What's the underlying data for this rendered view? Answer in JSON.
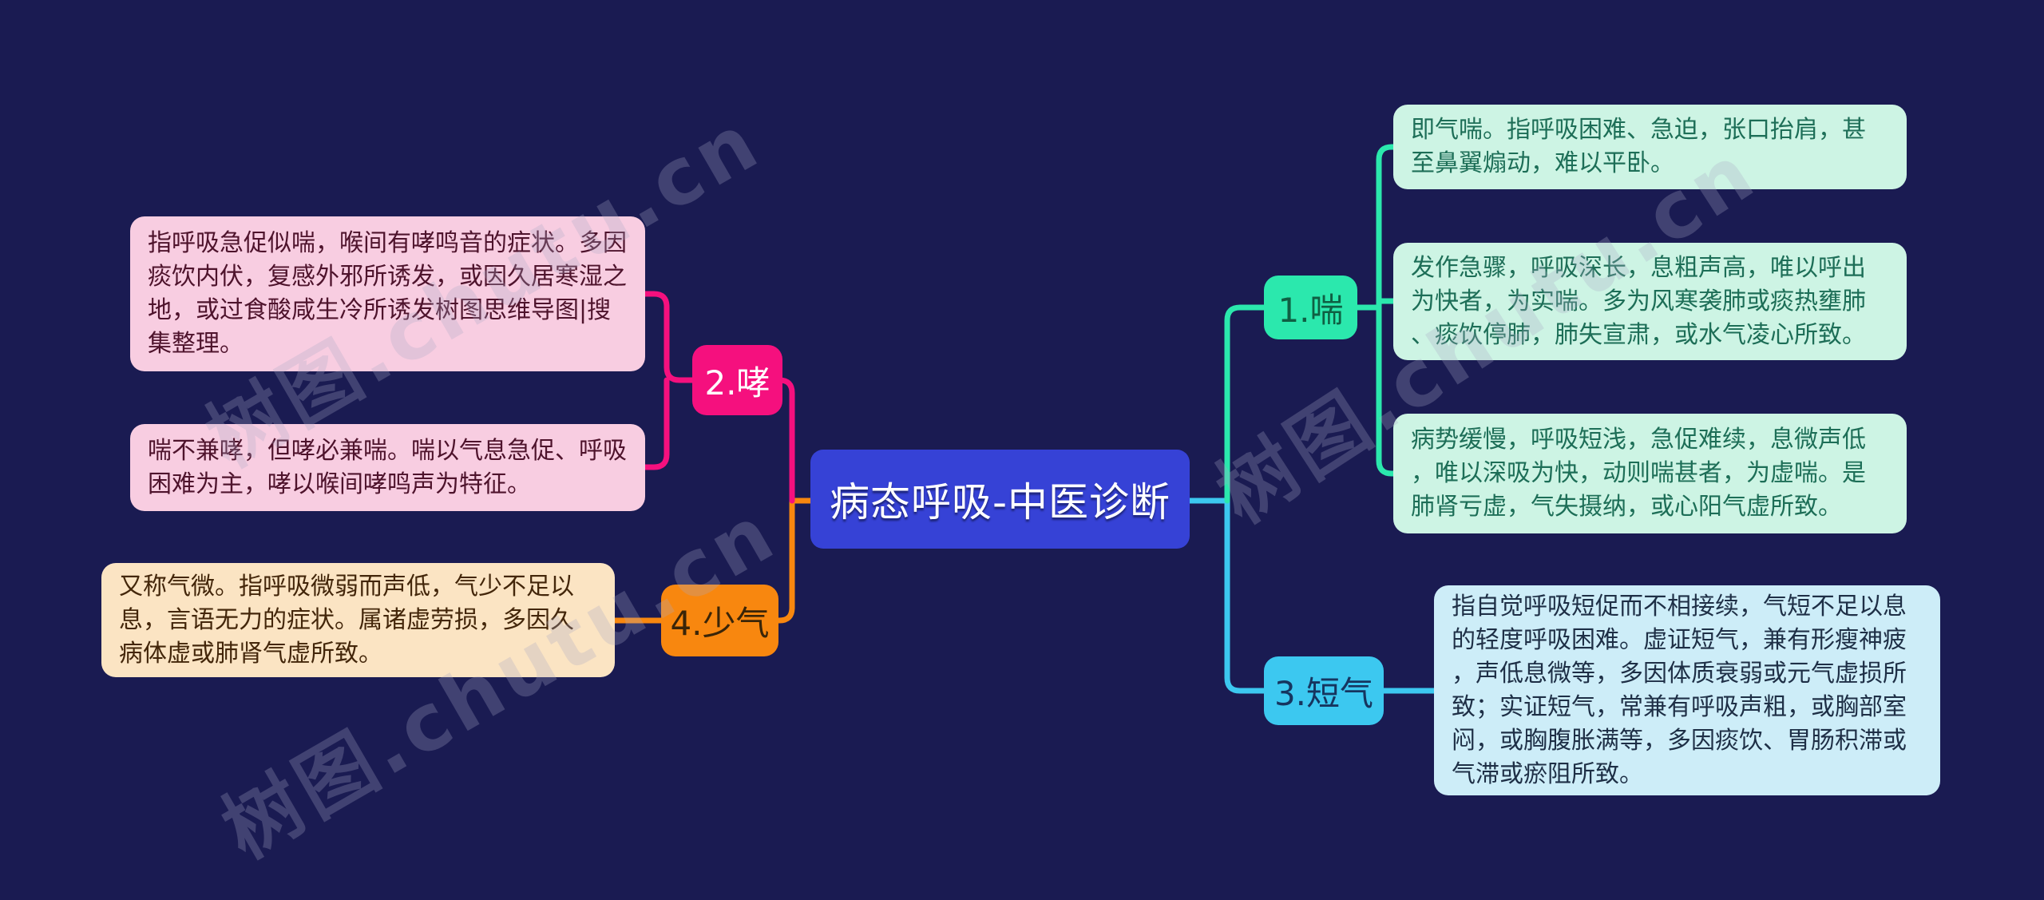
{
  "canvas": {
    "background": "#1a1b52"
  },
  "central": {
    "text": "病态呼吸-中医诊断",
    "bg": "#3642d6",
    "text_color": "#ffffff"
  },
  "watermark": {
    "text": "树图.chutu.cn"
  },
  "branches": [
    {
      "label": "1.喘",
      "node_color": "#2be8ad",
      "line_color": "#2be8ad",
      "note_bg": "#cdf4e4",
      "notes": [
        "即气喘。指呼吸困难、急迫，张口抬肩，甚至鼻翼煽动，难以平卧。",
        "发作急骤，呼吸深长，息粗声高，唯以呼出为快者，为实喘。多为风寒袭肺或痰热壅肺、痰饮停肺，肺失宣肃，或水气凌心所致。",
        "病势缓慢，呼吸短浅，急促难续，息微声低，唯以深吸为快，动则喘甚者，为虚喘。是肺肾亏虚，气失摄纳，或心阳气虚所致。"
      ]
    },
    {
      "label": "2.哮",
      "node_color": "#f5107e",
      "line_color": "#f5107e",
      "note_bg": "#f8cde1",
      "notes": [
        "指呼吸急促似喘，喉间有哮鸣音的症状。多因痰饮内伏，复感外邪所诱发，或因久居寒湿之地，或过食酸咸生冷所诱发树图思维导图|搜集整理。",
        "喘不兼哮，但哮必兼喘。喘以气息急促、呼吸困难为主，哮以喉间哮鸣声为特征。"
      ]
    },
    {
      "label": "3.短气",
      "node_color": "#3cc8f0",
      "line_color": "#3cc8f0",
      "note_bg": "#cdedf8",
      "notes": [
        "指自觉呼吸短促而不相接续，气短不足以息的轻度呼吸困难。虚证短气，兼有形瘦神疲，声低息微等，多因体质衰弱或元气虚损所致；实证短气，常兼有呼吸声粗，或胸部室闷，或胸腹胀满等，多因痰饮、胃肠积滞或气滞或瘀阻所致。"
      ]
    },
    {
      "label": "4.少气",
      "node_color": "#f8870f",
      "line_color": "#f8870f",
      "note_bg": "#fbe4c3",
      "notes": [
        "又称气微。指呼吸微弱而声低，气少不足以息，言语无力的症状。属诸虚劳损，多因久病体虚或肺肾气虚所致。"
      ]
    }
  ]
}
